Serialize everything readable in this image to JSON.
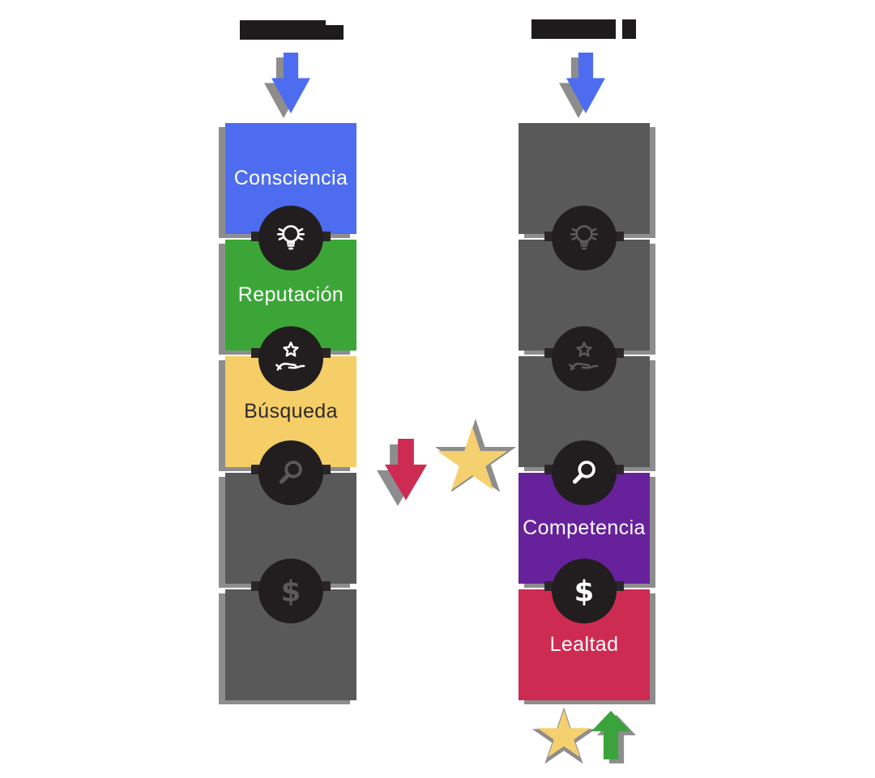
{
  "background": "#FFFFFF",
  "colors": {
    "shadow": "#8D8D8D",
    "icon_circle": "#221E1F",
    "active_glyph": "#FFFFFF",
    "inactive_glyph": "#5A5A5A",
    "redaction_bar": "#1D1B1C",
    "top_arrow_blue": "#4D6CEF",
    "mid_arrow_red": "#CE2B53",
    "star_yellow": "#F5D06F",
    "bottom_arrow_green": "#3BA33B"
  },
  "funnels": [
    {
      "name": "funnel-left",
      "title": {
        "redacted": true,
        "text": ""
      },
      "stages": [
        {
          "label": "Consciencia",
          "color": "#4D6CEF",
          "text_color": "#FFFFFF"
        },
        {
          "label": "Reputación",
          "color": "#3BA637",
          "text_color": "#FFFFFF"
        },
        {
          "label": "Búsqueda",
          "color": "#F5CE67",
          "text_color": "#2E2A2B"
        },
        {
          "label": "",
          "color": "#595959",
          "text_color": "#FFFFFF"
        },
        {
          "label": "",
          "color": "#595959",
          "text_color": "#FFFFFF"
        }
      ],
      "icons": [
        {
          "name": "lightbulb-icon",
          "state": "active"
        },
        {
          "name": "star-hand-icon",
          "state": "active"
        },
        {
          "name": "magnifier-icon",
          "state": "inactive"
        },
        {
          "name": "dollar-icon",
          "state": "inactive"
        }
      ]
    },
    {
      "name": "funnel-right",
      "title": {
        "redacted": true,
        "text": ""
      },
      "stages": [
        {
          "label": "",
          "color": "#595959",
          "text_color": "#FFFFFF"
        },
        {
          "label": "",
          "color": "#595959",
          "text_color": "#FFFFFF"
        },
        {
          "label": "",
          "color": "#595959",
          "text_color": "#FFFFFF"
        },
        {
          "label": "Competencia",
          "color": "#67219B",
          "text_color": "#FFFFFF"
        },
        {
          "label": "Lealtad",
          "color": "#CE2B53",
          "text_color": "#FFFFFF"
        }
      ],
      "icons": [
        {
          "name": "lightbulb-icon",
          "state": "inactive"
        },
        {
          "name": "star-hand-icon",
          "state": "inactive"
        },
        {
          "name": "magnifier-icon",
          "state": "active"
        },
        {
          "name": "dollar-icon",
          "state": "active"
        }
      ]
    }
  ],
  "annotations": {
    "middle": [
      {
        "shape": "arrow-down",
        "color": "#CE2B53"
      },
      {
        "shape": "star",
        "color": "#F5D06F"
      }
    ],
    "bottom_right": [
      {
        "shape": "star",
        "color": "#F5D06F"
      },
      {
        "shape": "arrow-up",
        "color": "#3BA33B"
      }
    ]
  }
}
